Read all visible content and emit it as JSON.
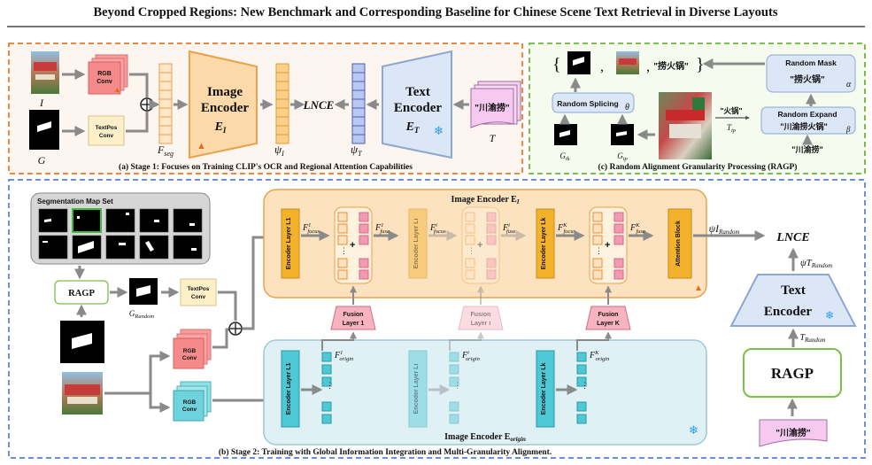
{
  "title": "Beyond Cropped Regions: New Benchmark and Corresponding Baseline for Chinese Scene Text Retrieval in Diverse Layouts",
  "stage1": {
    "caption": "(a) Stage 1: Focuses on Training CLIP's OCR and Regional Attention Capabilities",
    "img_label": "I",
    "mask_label": "G",
    "rgb_conv": [
      "RGB",
      "Conv"
    ],
    "textpos_conv": [
      "TextPos",
      "Conv"
    ],
    "fseg": "F",
    "fseg_sub": "seg",
    "image_encoder": [
      "Image",
      "Encoder"
    ],
    "ei": "E",
    "ei_sub": "I",
    "psi_i": "ψ",
    "psi_i_sub": "I",
    "lnce": "LNCE",
    "psi_t": "ψ",
    "psi_t_sub": "T",
    "text_encoder": [
      "Text",
      "Encoder"
    ],
    "et": "E",
    "et_sub": "T",
    "text_query": "\"川渝捞\"",
    "text_label": "T"
  },
  "ragp": {
    "caption": "(c) Random Alignment Granularity Processing (RAGP)",
    "brace_open": "{",
    "comma1": ",",
    "comma2": ",",
    "brace_close": "}",
    "text_out": "\"捞火锅\"",
    "random_mask": "Random Mask",
    "mask_text": "\"捞火锅\"",
    "alpha": "α",
    "random_splicing": "Random Splicing",
    "theta": "θ",
    "huoguo": "\"火锅\"",
    "tip": "T",
    "tip_sub": "ip",
    "random_expand": "Random Expand",
    "expand_text": "\"川渝捞火锅\"",
    "beta": "β",
    "chuanyulao": "\"川渝捞\"",
    "gik": "G",
    "gik_sub": "ik",
    "gip": "G",
    "gip_sub": "ip"
  },
  "stage2": {
    "caption": "(b) Stage 2: Training with Global Information Integration and Multi-Granularity Alignment.",
    "seg_map_set": "Segmentation Map Set",
    "ragp_label": "RAGP",
    "grandom": "G",
    "grandom_sub": "Random",
    "textpos_conv": [
      "TextPos",
      "Conv"
    ],
    "rgb_conv": [
      "RGB",
      "Conv"
    ],
    "rgb_conv2": [
      "RGB",
      "Conv"
    ],
    "image_encoder_ei": "Image Encoder E",
    "image_encoder_ei_sub": "I",
    "image_encoder_eorigin": "Image Encoder E",
    "image_encoder_eorigin_sub": "origin",
    "encoder_layer_l1": "Encoder Layer L1",
    "encoder_layer_li": "Encoder Layer Li",
    "encoder_layer_lk": "Encoder Layer Lk",
    "attention_block": "Attention Block",
    "f_focus": "F",
    "f_fuse": "F",
    "f_origin": "F",
    "sup1": "1",
    "supi": "i",
    "supk": "K",
    "focus": "focus",
    "fuse": "fuse",
    "origin": "origin",
    "fusion_layer_1": [
      "Fusion",
      "Layer 1"
    ],
    "fusion_layer_i": [
      "Fusion",
      "Layer i"
    ],
    "fusion_layer_k": [
      "Fusion",
      "Layer K"
    ],
    "psi_irandom": "ψI",
    "psi_irandom_sub": "Random",
    "lnce": "LNCE",
    "psi_trandom": "ψT",
    "psi_trandom_sub": "Random",
    "text_encoder": [
      "Text",
      "Encoder"
    ],
    "trandom": "T",
    "trandom_sub": "Random",
    "ragp_big": "RAGP",
    "query": "\"川渝捞\""
  },
  "colors": {
    "orange_dash": "#f0883c",
    "green_dash": "#7cbf4a",
    "blue_dash": "#6f8fd8",
    "encoder_orange": "#fbd9a8",
    "encoder_orange_stroke": "#e9a14b",
    "text_encoder_blue": "#dbe6f7",
    "stage2_orange_bg": "#fde2bf",
    "stage2_blue_bg": "#dff1f5",
    "rgb_red": "#f58a8a",
    "pink_cell": "#f29bb0",
    "teal_cell": "#4ec8d4",
    "fusion_pink": "#f7b3bf",
    "text_query_pink": "#f5c9f0"
  }
}
